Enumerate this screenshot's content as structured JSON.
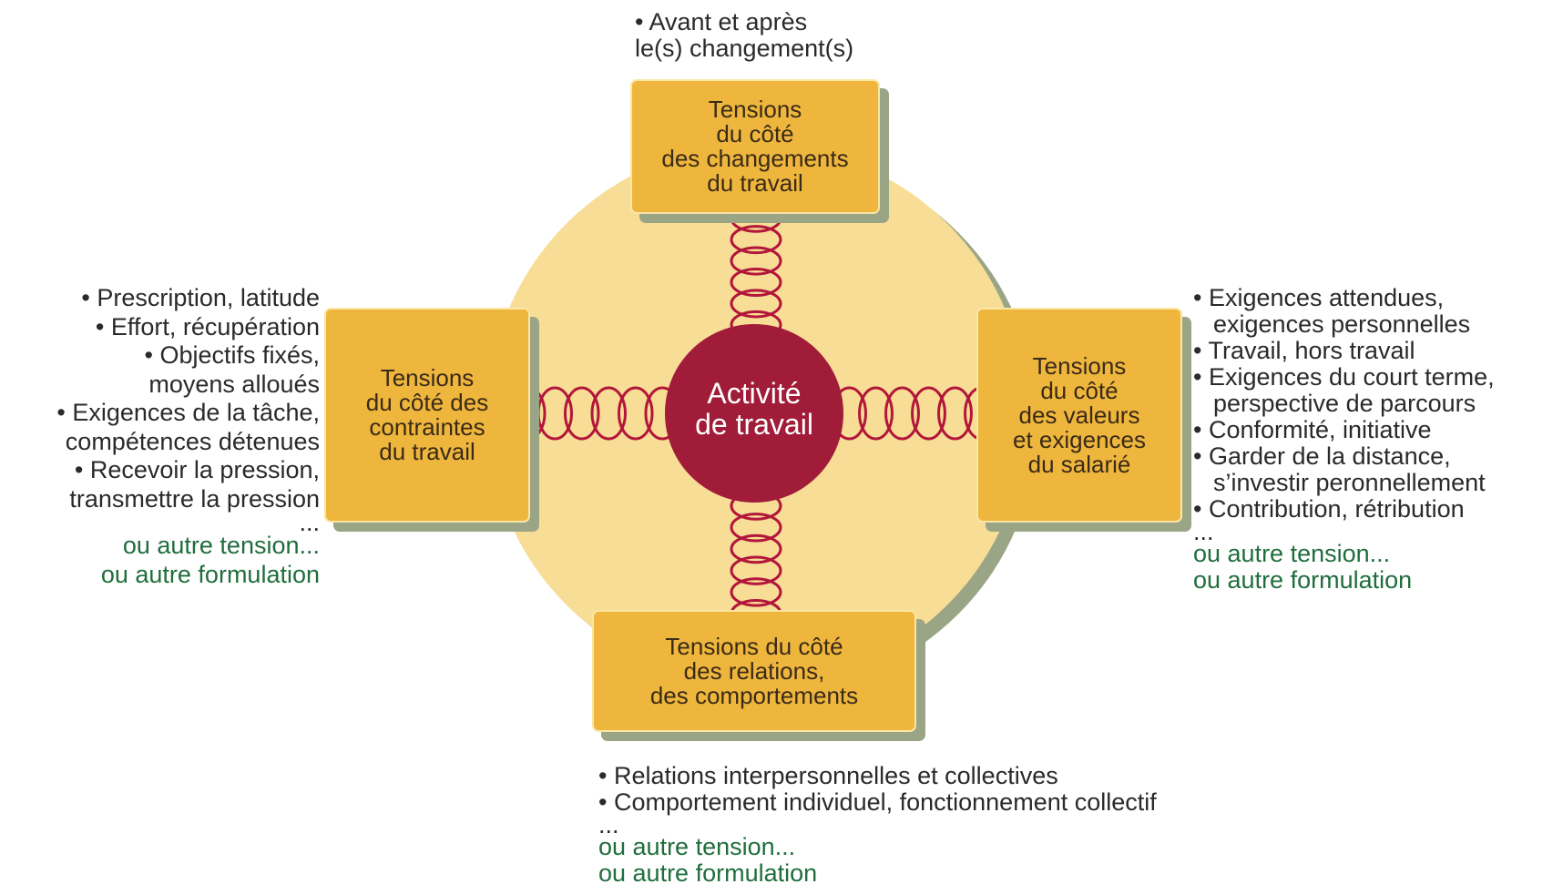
{
  "center": {
    "label": "Activité\nde travail"
  },
  "boxes": {
    "top": "Tensions\ndu côté\ndes changements\ndu travail",
    "left": "Tensions\ndu côté des\ncontraintes\ndu travail",
    "right": "Tensions\ndu côté\ndes valeurs\net exigences\ndu salarié",
    "bottom": "Tensions du côté\ndes relations,\ndes comportements"
  },
  "notes": {
    "top": [
      "• Avant et après",
      "le(s) changement(s)"
    ],
    "left": [
      "• Prescription, latitude",
      "• Effort, récupération",
      "• Objectifs fixés,",
      "moyens alloués",
      "• Exigences de la tâche,",
      "compétences détenues",
      "• Recevoir la pression,",
      "transmettre la pression",
      "...",
      "ou autre tension...",
      "ou autre formulation"
    ],
    "right": [
      "• Exigences attendues,",
      "exigences personnelles",
      "• Travail, hors travail",
      "• Exigences du court terme,",
      "perspective de parcours",
      "• Conformité, initiative",
      "• Garder de la distance,",
      "s’investir peronnellement",
      "• Contribution, rétribution",
      "...",
      "ou autre tension...",
      "ou autre formulation"
    ],
    "bottom": [
      "• Relations interpersonnelles et collectives",
      "• Comportement individuel, fonctionnement collectif",
      "...",
      "ou autre tension...",
      "ou autre formulation"
    ]
  },
  "colors": {
    "disc": "#f7dd95",
    "disc_shadow": "#9aa585",
    "box": "#eeb63c",
    "center": "#a01c38",
    "spring": "#b3163b",
    "alt_text": "#1f6e3c"
  }
}
